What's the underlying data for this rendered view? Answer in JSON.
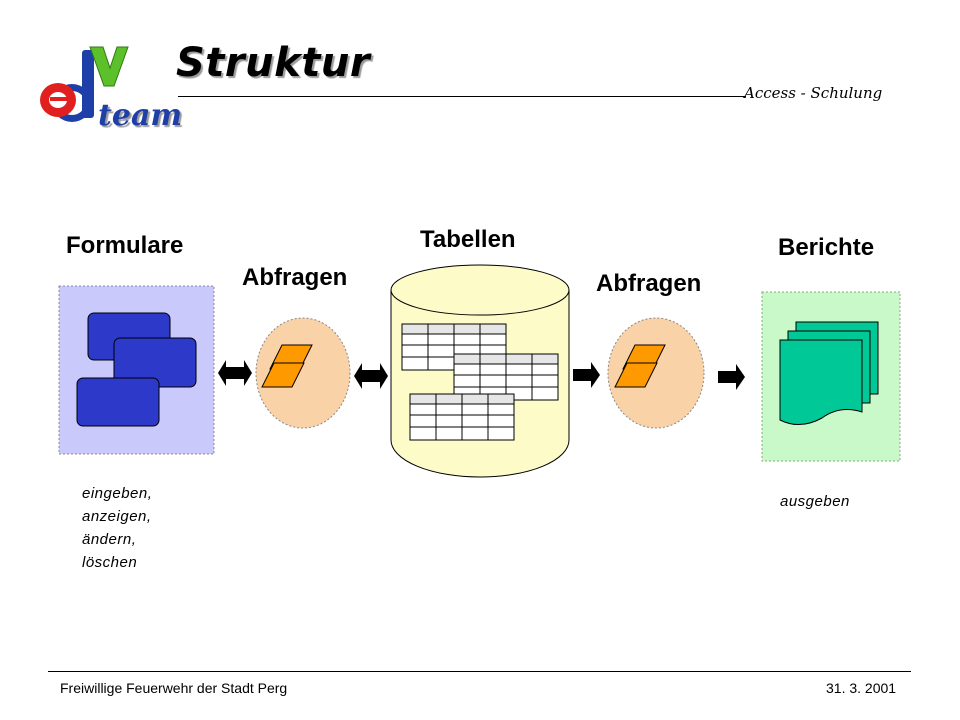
{
  "header": {
    "title": "Struktur",
    "subtitle": "Access - Schulung",
    "logo": {
      "letters": [
        "e",
        "d",
        "V",
        "team"
      ],
      "colors": {
        "red": "#e21f1f",
        "blue": "#1f3fa8",
        "green": "#5cc02a"
      }
    }
  },
  "diagram": {
    "forms_label": "Formulare",
    "queries_left_label": "Abfragen",
    "tables_label": "Tabellen",
    "queries_right_label": "Abfragen",
    "reports_label": "Berichte",
    "forms_notes": [
      "eingeben,",
      "anzeigen,",
      "ändern,",
      "löschen"
    ],
    "reports_note": "ausgeben",
    "arrows": [
      "double-arrow",
      "double-arrow",
      "arrow-right",
      "arrow-right"
    ],
    "colors": {
      "forms_panel": "#c9c9fb",
      "forms_window": "#2d39c8",
      "query_circle": "#fad2a8",
      "query_shape": "#ff9900",
      "table_cylinder": "#fdfbc8",
      "reports_panel": "#c9f8c9",
      "report_doc": "#00c896"
    }
  },
  "footer": {
    "left": "Freiwillige Feuerwehr der Stadt Perg",
    "right": "31. 3. 2001"
  }
}
